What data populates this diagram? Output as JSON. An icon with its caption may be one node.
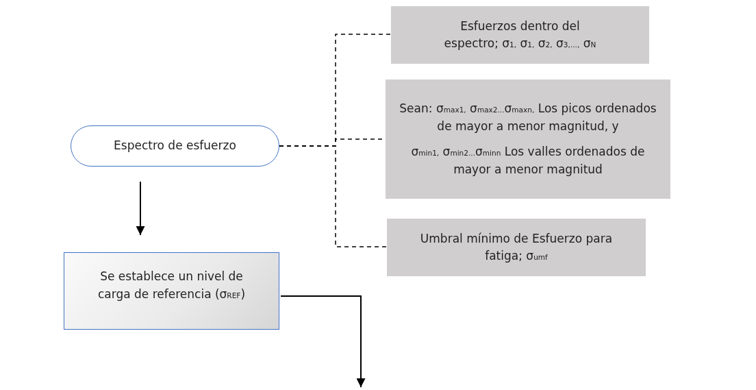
{
  "diagram": {
    "nodes": [
      {
        "text": [
          "Espectro de esfuerzo"
        ]
      },
      {
        "text": [
          "Esfuerzos dentro del espectro; σ$_{1,}$ σ$_{1,}$ σ$_{2,}$ σ$_{3,...,}$ σ$_{N}$"
        ]
      },
      {
        "text": [
          "Sean: σ$_{max1,}$ σ$_{max2...}$σ$_{maxn,}$ Los picos ordenados de mayor a menor magnitud, y",
          "σ$_{min1,}$ σ$_{min2...}$σ$_{minn}$ Los valles ordenados de mayor a menor magnitud"
        ]
      },
      {
        "text": [
          "Umbral mínimo de Esfuerzo para fatiga; σ$_{umf}$"
        ]
      },
      {
        "text": [
          "Se establece un nivel de carga de referencia (σ$_{REF}$)"
        ]
      }
    ],
    "edges": [
      {
        "from": 0,
        "to": 1,
        "arrow": "none",
        "style": "dashed"
      },
      {
        "from": 0,
        "to": 2,
        "arrow": "none",
        "style": "dashed"
      },
      {
        "from": 0,
        "to": 3,
        "arrow": "none",
        "style": "dashed"
      },
      {
        "from": 0,
        "to": 4,
        "arrow": "to"
      },
      {
        "from": 4,
        "to": null,
        "arrow": "to"
      }
    ]
  }
}
